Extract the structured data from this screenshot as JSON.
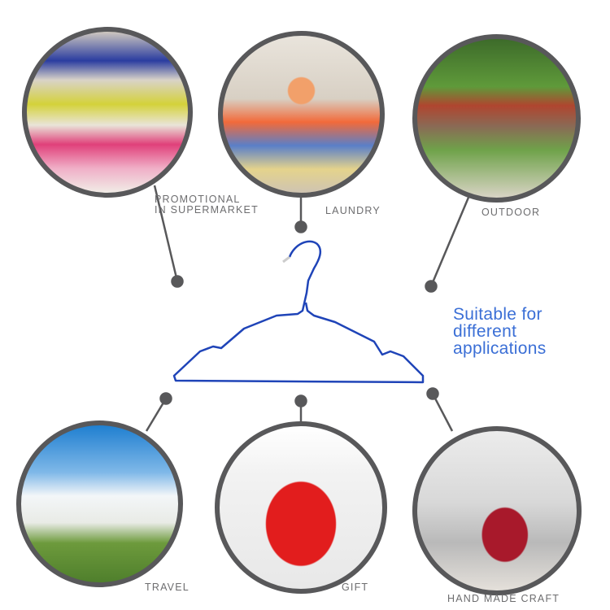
{
  "applications": [
    {
      "label_line1": "PROMOTIONAL",
      "label_line2": "IN SUPERMARKET"
    },
    {
      "label": "LAUNDRY"
    },
    {
      "label": "OUTDOOR"
    },
    {
      "label": "TRAVEL"
    },
    {
      "label": "GIFT"
    },
    {
      "label": "HAND MADE CRAFT"
    }
  ],
  "tagline": {
    "line1": "Suitable for",
    "line2": "different",
    "line3": "applications"
  },
  "colors": {
    "accent": "#3b6fd6",
    "hanger": "#1f44b8",
    "connector": "#58585a",
    "label": "#6d6d6f"
  }
}
